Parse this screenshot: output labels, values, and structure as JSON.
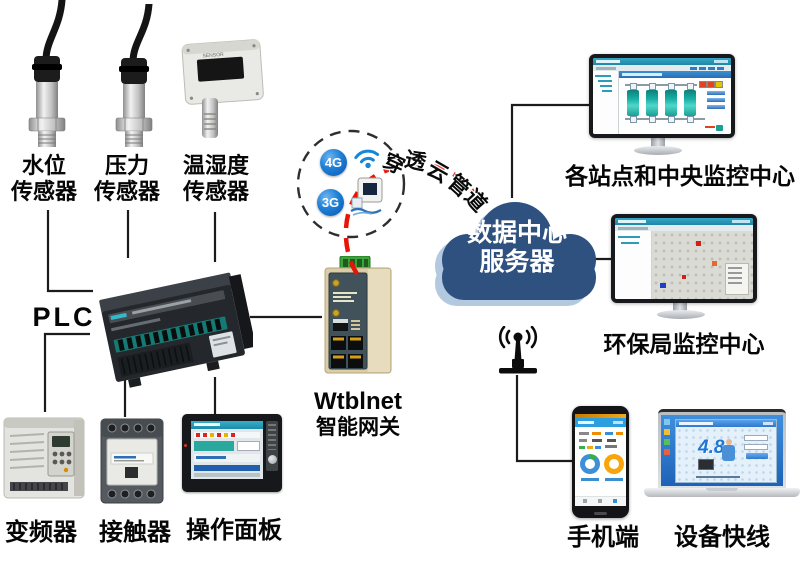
{
  "colors": {
    "red": "#e81507",
    "cloud_blue": "#2e5180",
    "badge_blue": "#1779d2",
    "wifi_blue": "#1686d9"
  },
  "sensors": [
    {
      "line1": "水位",
      "line2": "传感器"
    },
    {
      "line1": "压力",
      "line2": "传感器"
    },
    {
      "line1": "温湿度",
      "line2": "传感器"
    }
  ],
  "plc": {
    "label": "PLC"
  },
  "actuators": [
    {
      "label": "变频器"
    },
    {
      "label": "接触器"
    },
    {
      "label": "操作面板"
    }
  ],
  "gateway": {
    "brand": "Wtblnet",
    "label": "智能网关"
  },
  "wireless": {
    "badge_4g": "4G",
    "badge_3g": "3G",
    "pipe_label": "穿透云管道",
    "pipe_chars": [
      "穿",
      "透",
      "云",
      "管",
      "道"
    ]
  },
  "cloud": {
    "line1": "数据中心",
    "line2": "服务器"
  },
  "right_side": {
    "monitor1_label": "各站点和中央监控中心",
    "monitor2_label": "环保局监控中心",
    "phone_label": "手机端",
    "laptop_label": "设备快线",
    "laptop_screen_big": "4.8"
  }
}
